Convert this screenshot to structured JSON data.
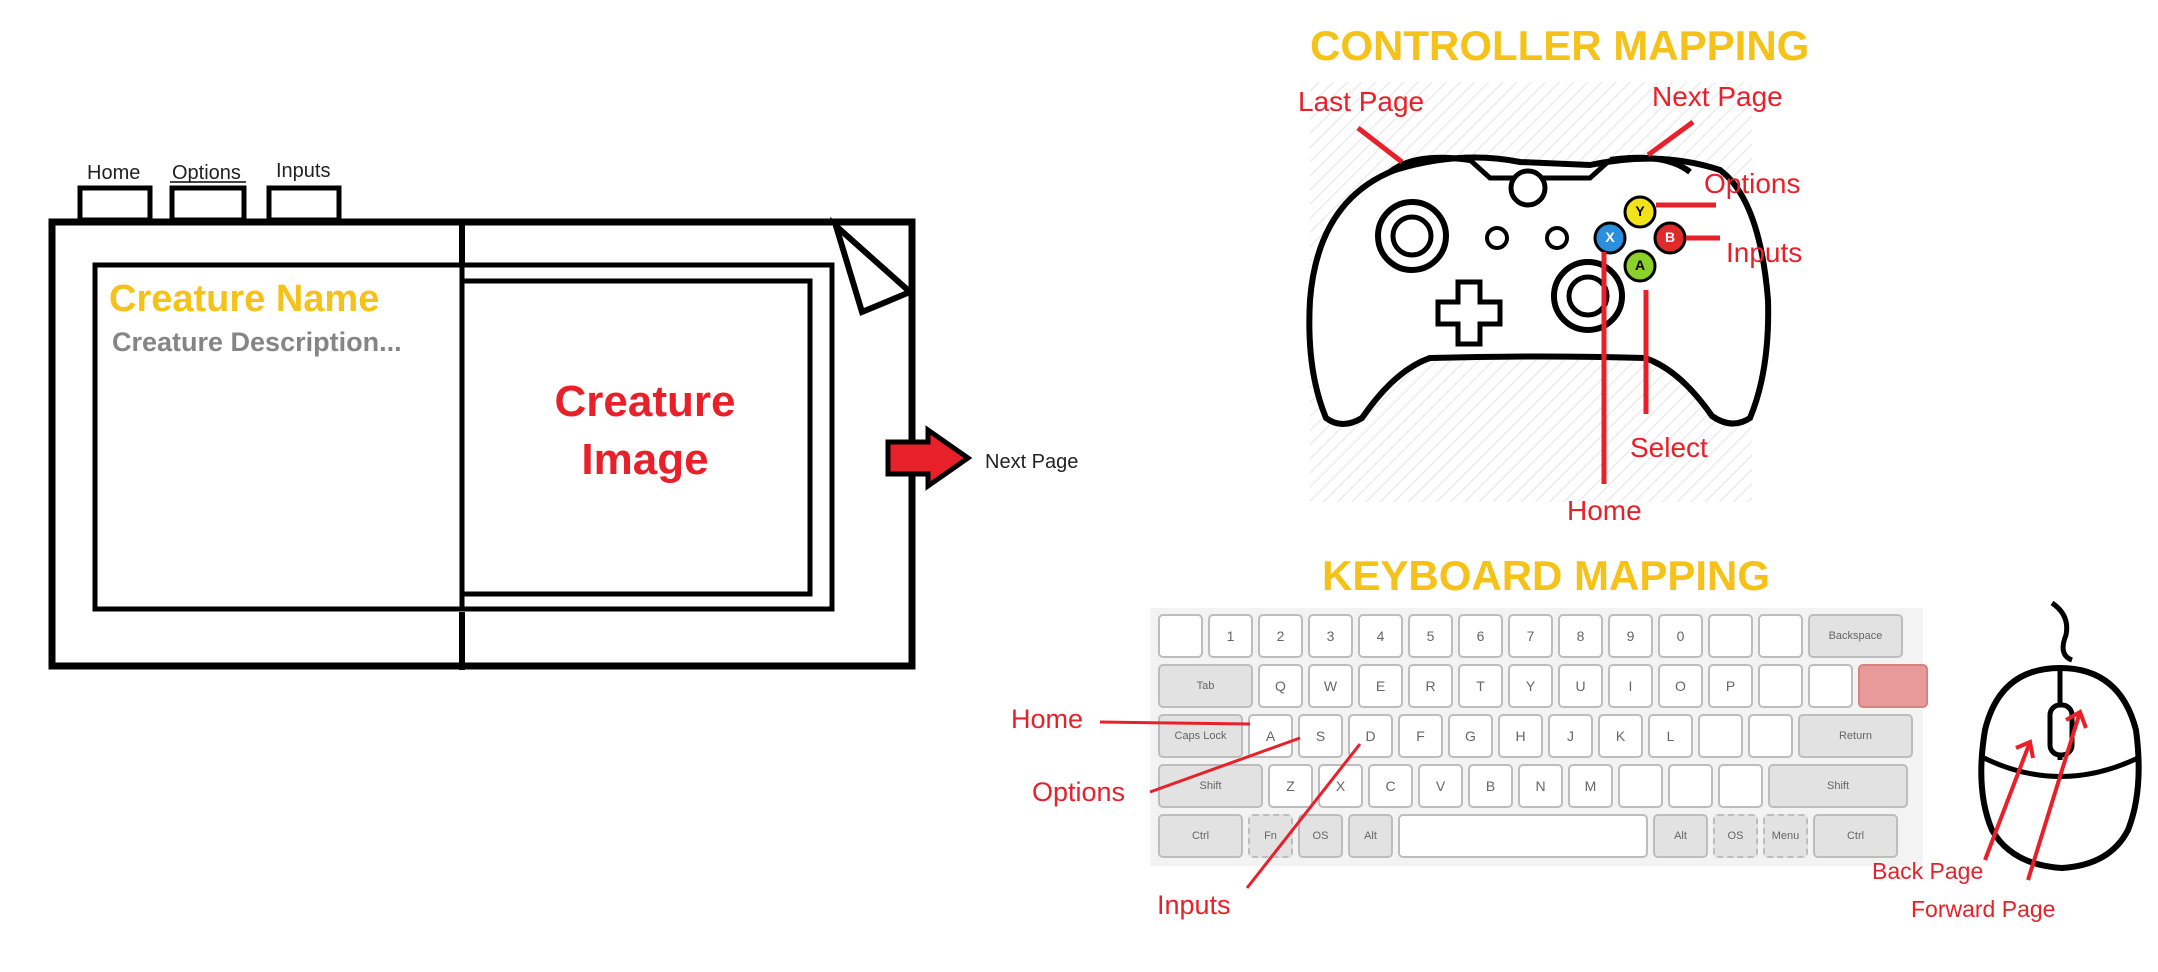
{
  "book": {
    "tabs": [
      {
        "label": "Home"
      },
      {
        "label": "Options"
      },
      {
        "label": "Inputs"
      }
    ],
    "creature_name": "Creature Name",
    "creature_description": "Creature Description...",
    "creature_image": "Creature Image",
    "next_page": "Next Page"
  },
  "controller": {
    "title": "CONTROLLER MAPPING",
    "labels": {
      "last_page": "Last Page",
      "next_page": "Next Page",
      "options": "Options",
      "inputs": "Inputs",
      "select": "Select",
      "home": "Home"
    },
    "buttons": {
      "y": "Y",
      "b": "B",
      "x": "X",
      "a": "A"
    }
  },
  "keyboard": {
    "title": "KEYBOARD MAPPING",
    "row1": [
      "",
      "1",
      "2",
      "3",
      "4",
      "5",
      "6",
      "7",
      "8",
      "9",
      "0",
      "",
      "",
      "Backspace"
    ],
    "row2": [
      "Tab",
      "Q",
      "W",
      "E",
      "R",
      "T",
      "Y",
      "U",
      "I",
      "O",
      "P",
      "",
      "",
      ""
    ],
    "row3": [
      "Caps Lock",
      "A",
      "S",
      "D",
      "F",
      "G",
      "H",
      "J",
      "K",
      "L",
      "",
      "",
      "Return"
    ],
    "row4": [
      "Shift",
      "Z",
      "X",
      "C",
      "V",
      "B",
      "N",
      "M",
      "",
      "",
      "",
      "Shift"
    ],
    "row5": [
      "Ctrl",
      "Fn",
      "OS",
      "Alt",
      "",
      "Alt",
      "OS",
      "Menu",
      "Ctrl"
    ],
    "labels": {
      "home": "Home",
      "options": "Options",
      "inputs": "Inputs"
    }
  },
  "mouse": {
    "labels": {
      "back_page": "Back Page",
      "forward_page": "Forward Page"
    }
  },
  "colors": {
    "accent_red": "#e8202a",
    "title_gold": "#f5c21a",
    "yellow_btn": "#f2e21a",
    "red_btn": "#e02a2a",
    "blue_btn": "#2b8fe0",
    "green_btn": "#8cd02a"
  }
}
